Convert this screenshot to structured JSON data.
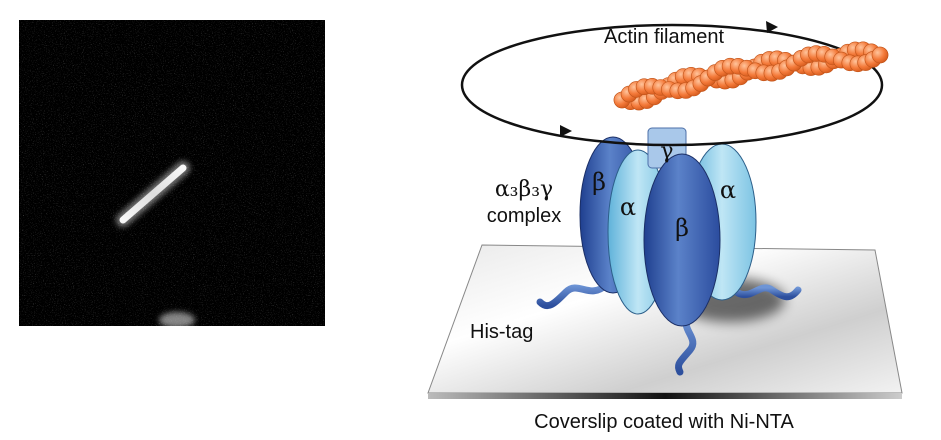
{
  "labels": {
    "actin": "Actin filament",
    "complex_formula": "α₃β₃γ",
    "complex_word": "complex",
    "his_tag": "His-tag",
    "coverslip": "Coverslip coated with Ni-NTA"
  },
  "subunits": {
    "gamma": "γ",
    "beta_left": "β",
    "alpha_left": "α",
    "beta_center": "β",
    "alpha_right": "α"
  },
  "colors": {
    "actin": "#f47a3a",
    "beta_dark": "#3d62b0",
    "alpha_light": "#8fd0ea",
    "gamma": "#a9c8ea",
    "background_micrograph": "#000000"
  }
}
